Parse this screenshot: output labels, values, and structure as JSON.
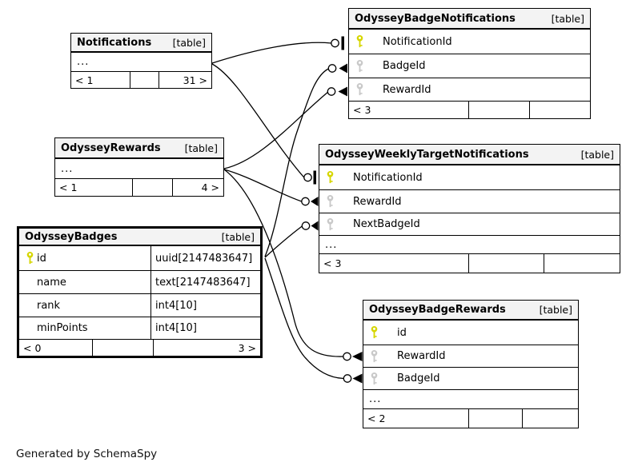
{
  "diagram": {
    "generator_note": "Generated by SchemaSpy",
    "colors": {
      "background": "#ffffff",
      "header_bg": "#f3f3f3",
      "line": "#000000",
      "primary_key_icon": "#d6d600",
      "foreign_key_icon": "#c9c9c9"
    }
  },
  "tables": {
    "n": {
      "title": "Notifications",
      "tag": "[table]",
      "ellipsis": "...",
      "footer": {
        "left": "< 1",
        "mid": "",
        "right": "31 >"
      }
    },
    "obn": {
      "title": "OdysseyBadgeNotifications",
      "tag": "[table]",
      "columns": [
        {
          "name": "NotificationId",
          "key": "primary"
        },
        {
          "name": "BadgeId",
          "key": "foreign"
        },
        {
          "name": "RewardId",
          "key": "foreign"
        }
      ],
      "footer": {
        "left": "< 3",
        "mid": "",
        "right": ""
      }
    },
    "orw": {
      "title": "OdysseyRewards",
      "tag": "[table]",
      "ellipsis": "...",
      "footer": {
        "left": "< 1",
        "mid": "",
        "right": "4 >"
      }
    },
    "owtn": {
      "title": "OdysseyWeeklyTargetNotifications",
      "tag": "[table]",
      "ellipsis": "...",
      "columns": [
        {
          "name": "NotificationId",
          "key": "primary"
        },
        {
          "name": "RewardId",
          "key": "foreign"
        },
        {
          "name": "NextBadgeId",
          "key": "foreign"
        }
      ],
      "footer": {
        "left": "< 3",
        "mid": "",
        "right": ""
      }
    },
    "ob": {
      "title": "OdysseyBadges",
      "tag": "[table]",
      "columns": [
        {
          "name": "id",
          "type": "uuid[2147483647]",
          "key": "primary"
        },
        {
          "name": "name",
          "type": "text[2147483647]"
        },
        {
          "name": "rank",
          "type": "int4[10]"
        },
        {
          "name": "minPoints",
          "type": "int4[10]"
        }
      ],
      "footer": {
        "left": "< 0",
        "mid": "",
        "right": "3 >"
      }
    },
    "obr": {
      "title": "OdysseyBadgeRewards",
      "tag": "[table]",
      "ellipsis": "...",
      "columns": [
        {
          "name": "id",
          "key": "primary"
        },
        {
          "name": "RewardId",
          "key": "foreign"
        },
        {
          "name": "BadgeId",
          "key": "foreign"
        }
      ],
      "footer": {
        "left": "< 2",
        "mid": "",
        "right": ""
      }
    }
  },
  "relationships": [
    {
      "from": "Notifications",
      "to": "OdysseyBadgeNotifications",
      "column": "NotificationId"
    },
    {
      "from": "Notifications",
      "to": "OdysseyWeeklyTargetNotifications",
      "column": "NotificationId"
    },
    {
      "from": "OdysseyRewards",
      "to": "OdysseyBadgeNotifications",
      "column": "RewardId"
    },
    {
      "from": "OdysseyRewards",
      "to": "OdysseyWeeklyTargetNotifications",
      "column": "RewardId"
    },
    {
      "from": "OdysseyRewards",
      "to": "OdysseyBadgeRewards",
      "column": "RewardId"
    },
    {
      "from": "OdysseyBadges",
      "to": "OdysseyBadgeNotifications",
      "column": "BadgeId"
    },
    {
      "from": "OdysseyBadges",
      "to": "OdysseyWeeklyTargetNotifications",
      "column": "NextBadgeId"
    },
    {
      "from": "OdysseyBadges",
      "to": "OdysseyBadgeRewards",
      "column": "BadgeId"
    }
  ]
}
